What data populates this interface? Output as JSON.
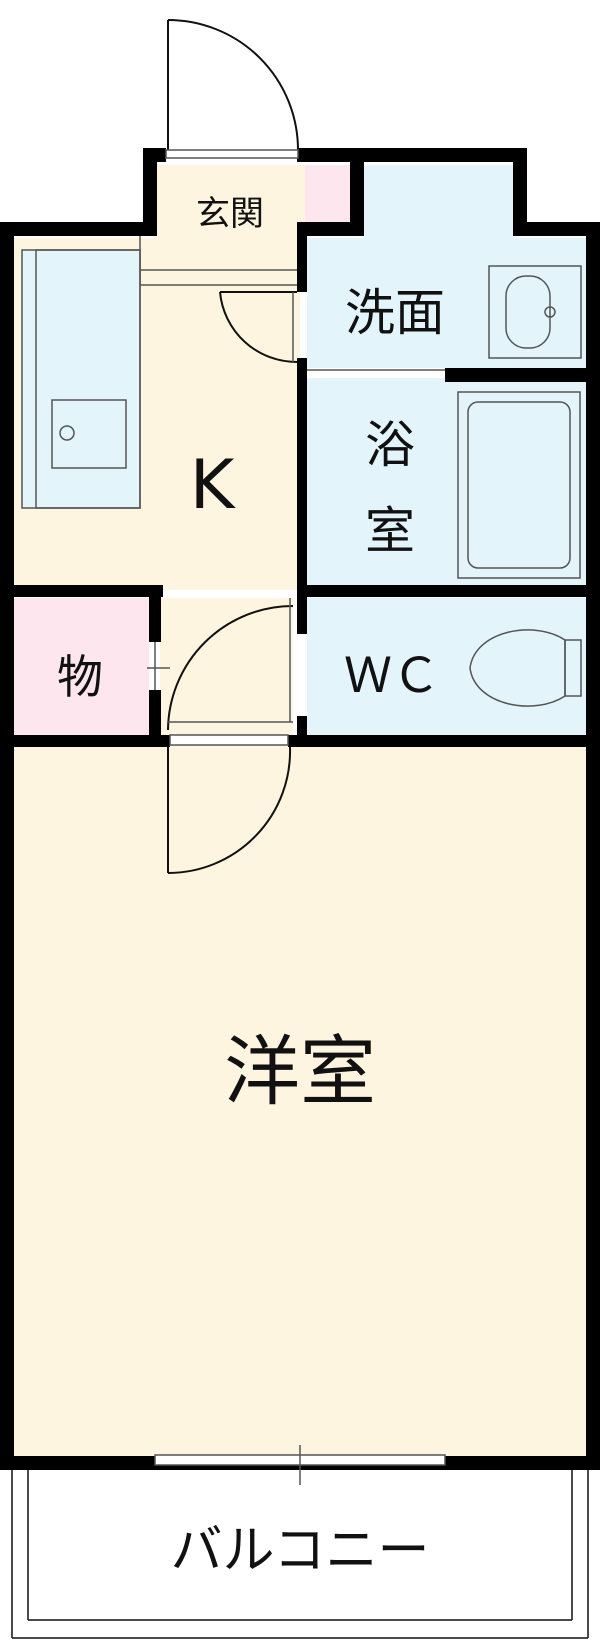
{
  "rooms": {
    "genkan": "玄関",
    "washroom": "洗面",
    "bath_line1": "浴",
    "bath_line2": "室",
    "kitchen": "K",
    "storage": "物",
    "wc": "ＷＣ",
    "western_room": "洋室",
    "balcony": "バルコニー"
  },
  "colors": {
    "wall": "#000000",
    "floor_beige": "#fdf5df",
    "floor_blue": "#e3f4fb",
    "floor_pink": "#fde6ee",
    "fixture_line": "#555555"
  },
  "icons": [
    "door-swing-icon",
    "sink-icon",
    "bathtub-icon",
    "toilet-icon",
    "kitchen-counter-icon"
  ]
}
